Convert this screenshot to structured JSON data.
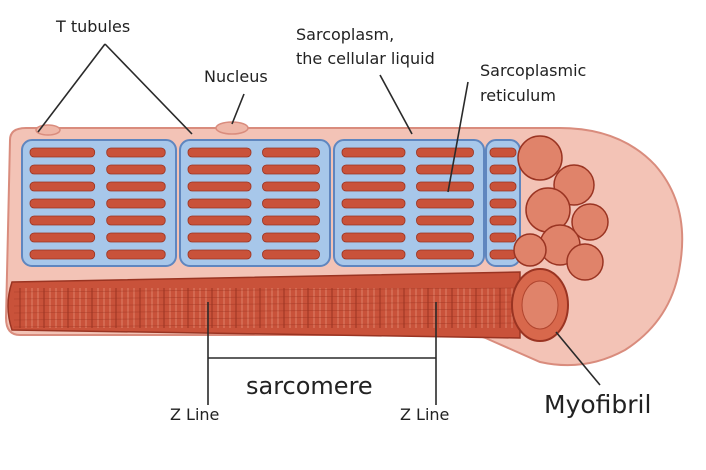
{
  "labels": {
    "t_tubules": "T tubules",
    "nucleus": "Nucleus",
    "sarcoplasm_line1": "Sarcoplasm,",
    "sarcoplasm_line2": "the cellular liquid",
    "sr_line1": "Sarcoplasmic",
    "sr_line2": "reticulum",
    "sarcomere": "sarcomere",
    "z_line_left": "Z Line",
    "z_line_right": "Z Line",
    "myofibril": "Myofibril"
  },
  "colors": {
    "membrane": "#f3c3b6",
    "membrane_edge": "#d98c7d",
    "reticulum": "#a7c7ea",
    "reticulum_edge": "#5f86bf",
    "fibril": "#c9523a",
    "fibril_dark": "#9a3422",
    "fibril_light": "#e0836a",
    "line": "#2a2a2a"
  }
}
